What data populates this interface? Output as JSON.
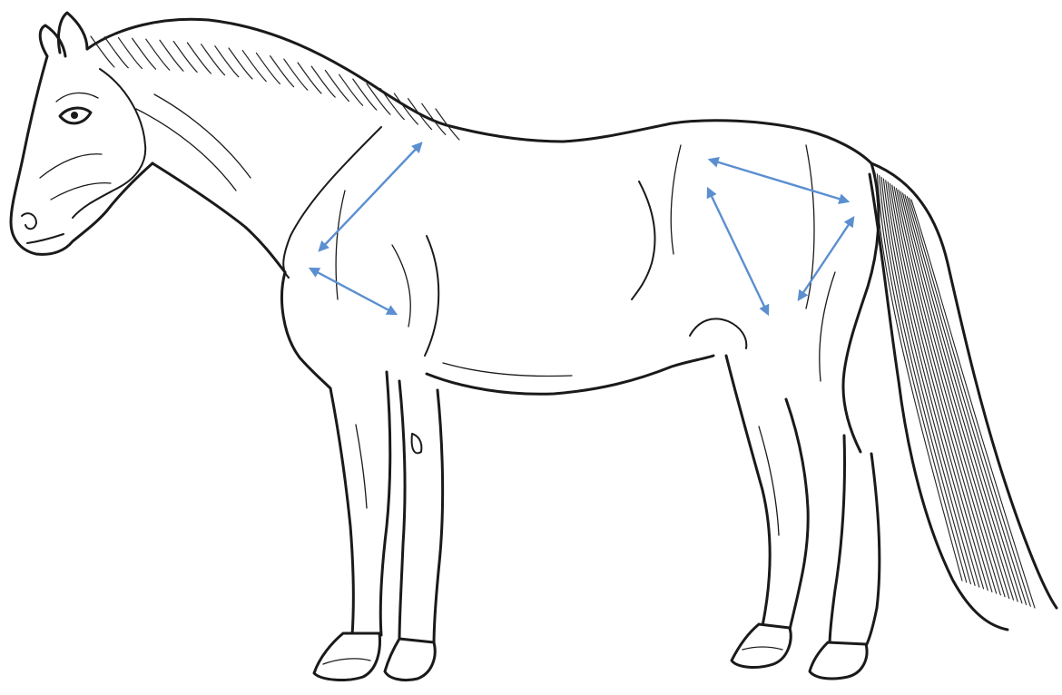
{
  "figure": {
    "subject": "horse-line-drawing",
    "line_color": "#1a1a1a",
    "background_color": "#ffffff"
  },
  "measurements": {
    "arrow_color": "#5b8fd0",
    "arrows": [
      {
        "id": "shoulder-length",
        "region": "shoulder"
      },
      {
        "id": "upper-arm-length",
        "region": "upper-arm"
      },
      {
        "id": "croup-length",
        "region": "croup"
      },
      {
        "id": "hip-to-stifle",
        "region": "thigh"
      },
      {
        "id": "buttock-to-stifle",
        "region": "hindquarter"
      }
    ]
  }
}
